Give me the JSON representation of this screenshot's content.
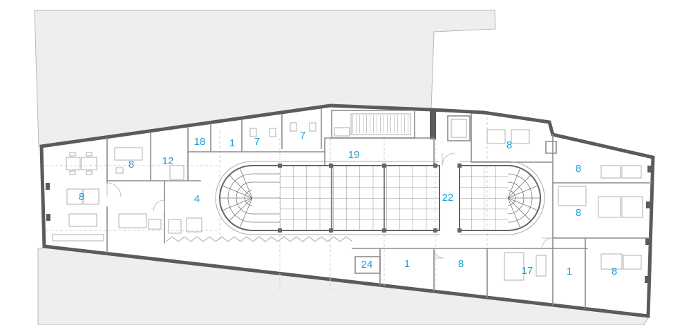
{
  "rooms": [
    {
      "number": "18"
    },
    {
      "number": "1"
    },
    {
      "number": "7"
    },
    {
      "number": "7"
    },
    {
      "number": "8"
    },
    {
      "number": "8"
    },
    {
      "number": "12"
    },
    {
      "number": "19"
    },
    {
      "number": "8"
    },
    {
      "number": "4"
    },
    {
      "number": "8"
    },
    {
      "number": "22"
    },
    {
      "number": "8"
    },
    {
      "number": "24"
    },
    {
      "number": "1"
    },
    {
      "number": "8"
    },
    {
      "number": "17"
    },
    {
      "number": "1"
    },
    {
      "number": "8"
    }
  ],
  "colors": {
    "room_label": "#1d9fd8",
    "outer_wall": "#5b5b5b",
    "inner_wall": "#8c8c8c",
    "neighbor_fill": "#eeeeee",
    "glass_grid": "#777777"
  }
}
